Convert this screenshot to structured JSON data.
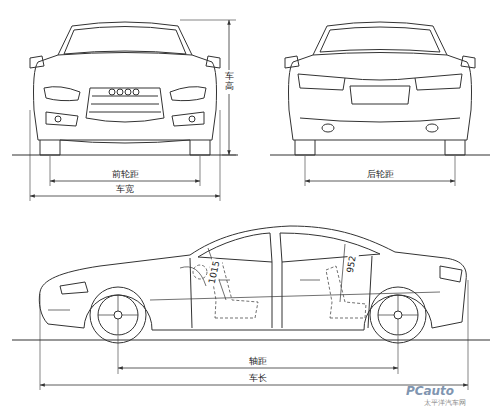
{
  "diagram": {
    "labels": [
      "车高",
      "前轮距",
      "车宽",
      "后轮距",
      "1015",
      "952",
      "轴距",
      "车长",
      "PCauto",
      "太平洋汽车网"
    ]
  }
}
